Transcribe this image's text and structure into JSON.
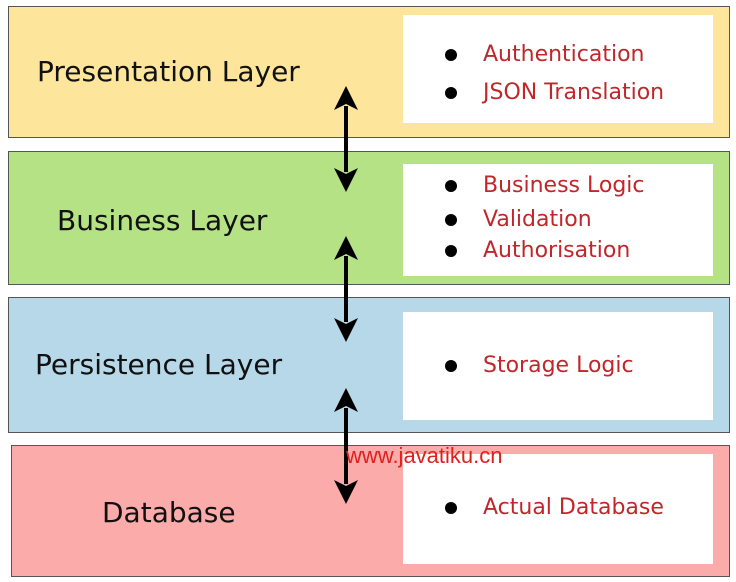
{
  "layers": [
    {
      "name": "Presentation Layer",
      "color": "#fde69c",
      "items": [
        "Authentication",
        "JSON Translation"
      ]
    },
    {
      "name": "Business Layer",
      "color": "#b5e285",
      "items": [
        "Business Logic",
        "Validation",
        "Authorisation"
      ]
    },
    {
      "name": "Persistence Layer",
      "color": "#b7d8e8",
      "items": [
        "Storage Logic"
      ]
    },
    {
      "name": "Database",
      "color": "#fcabab",
      "items": [
        "Actual Database"
      ]
    }
  ],
  "watermark": "www.javatiku.cn",
  "arrow_icon": "double-headed-vertical-arrow-icon"
}
